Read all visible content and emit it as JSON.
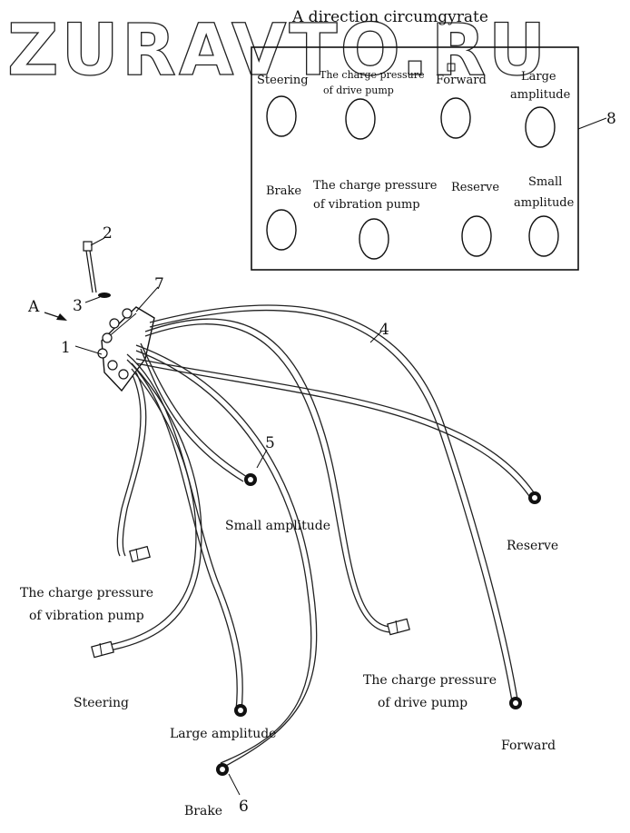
{
  "watermark": "ZURAVTO.RU",
  "view_title": "A direction circumgyrate",
  "panel_ports": [
    {
      "label": "Steering"
    },
    {
      "label": "The charge pressure of drive pump"
    },
    {
      "label": "Forward"
    },
    {
      "label": "Large amplitude"
    },
    {
      "label": "Brake"
    },
    {
      "label": "The charge pressure of vibration pump"
    },
    {
      "label": "Reserve"
    },
    {
      "label": "Small amplitude"
    }
  ],
  "callouts": [
    "1",
    "2",
    "3",
    "4",
    "5",
    "6",
    "7",
    "8"
  ],
  "view_marker": "A",
  "hose_ends": [
    {
      "label": "Small amplitude"
    },
    {
      "label": "Reserve"
    },
    {
      "label": "The charge pressure of vibration pump"
    },
    {
      "label": "Steering"
    },
    {
      "label": "The charge pressure of drive pump"
    },
    {
      "label": "Large amplitude"
    },
    {
      "label": "Forward"
    },
    {
      "label": "Brake"
    }
  ]
}
